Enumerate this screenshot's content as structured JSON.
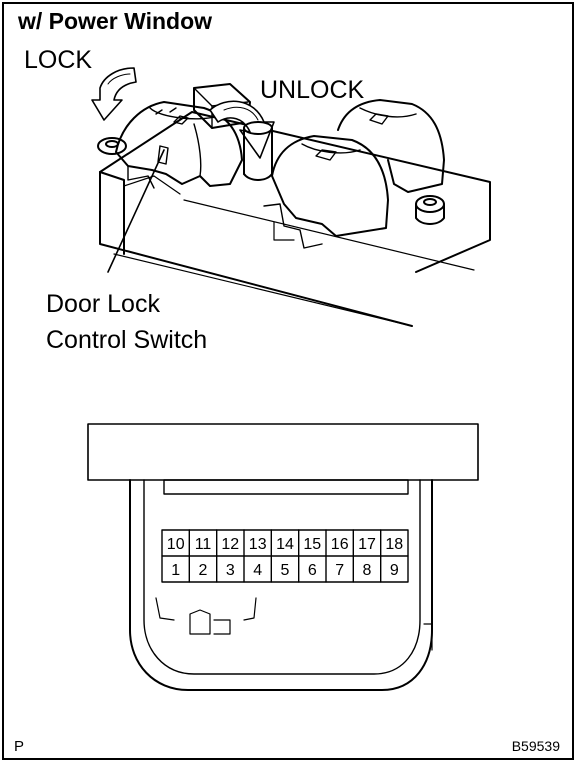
{
  "header": {
    "title": "w/ Power Window"
  },
  "arrows": {
    "lock_label": "LOCK",
    "unlock_label": "UNLOCK"
  },
  "callout": {
    "line1": "Door Lock",
    "line2": "Control Switch"
  },
  "connector": {
    "top_row": [
      "10",
      "11",
      "12",
      "13",
      "14",
      "15",
      "16",
      "17",
      "18"
    ],
    "bottom_row": [
      "1",
      "2",
      "3",
      "4",
      "5",
      "6",
      "7",
      "8",
      "9"
    ]
  },
  "footer": {
    "corner_mark": "P",
    "figure_id": "B59539"
  }
}
